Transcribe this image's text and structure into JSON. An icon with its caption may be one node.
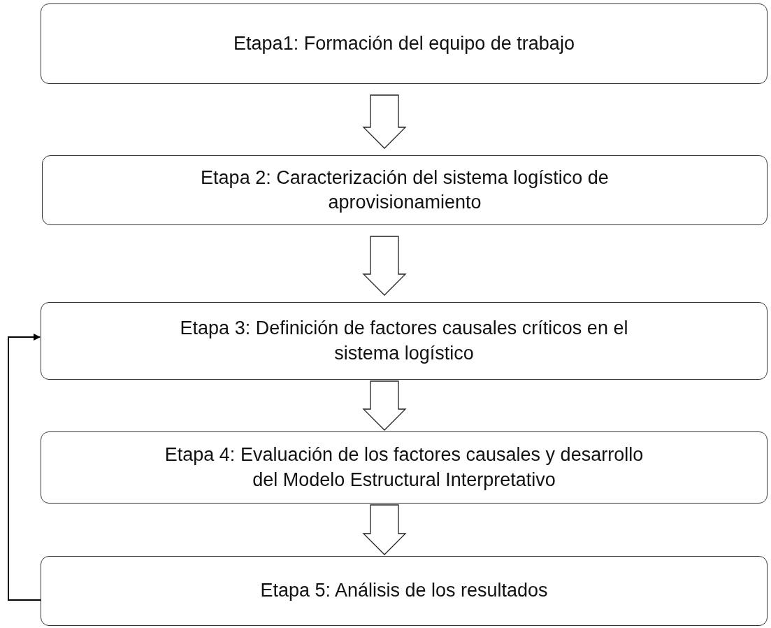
{
  "diagram": {
    "nodes": [
      {
        "text": [
          "Etapa1: Formación del equipo de trabajo"
        ]
      },
      {
        "text": [
          "Etapa 2: Caracterización del sistema logístico de aprovisionamiento"
        ]
      },
      {
        "text": [
          "Etapa 3: Definición de factores causales críticos en el sistema logístico"
        ]
      },
      {
        "text": [
          "Etapa 4: Evaluación de los factores causales y desarrollo del Modelo Estructural Interpretativo"
        ]
      },
      {
        "text": [
          "Etapa 5: Análisis de los resultados"
        ]
      }
    ],
    "edges": [
      {
        "from": 0,
        "to": 1,
        "arrow": "to"
      },
      {
        "from": 1,
        "to": 2,
        "arrow": "to"
      },
      {
        "from": 2,
        "to": 3,
        "arrow": "to"
      },
      {
        "from": 3,
        "to": 4,
        "arrow": "to"
      },
      {
        "from": 4,
        "to": 2,
        "arrow": "to"
      }
    ]
  }
}
